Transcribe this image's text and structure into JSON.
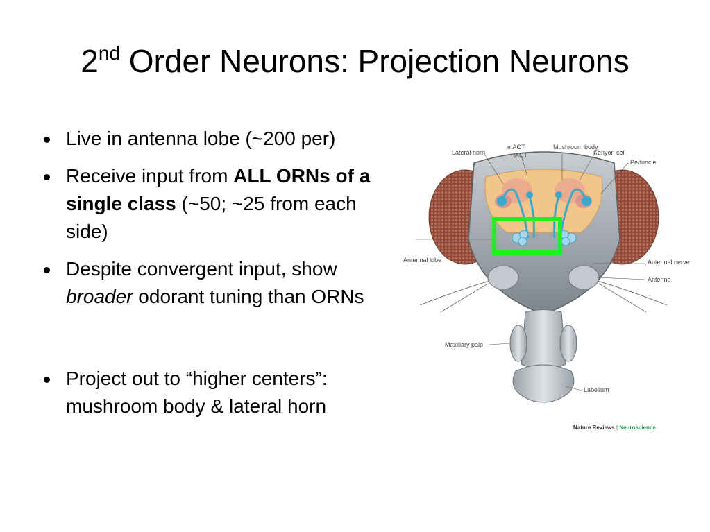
{
  "slide": {
    "title_prefix": "2",
    "title_sup": "nd",
    "title_rest": " Order Neurons: Projection Neurons"
  },
  "bullets": [
    {
      "text": "Live in antenna lobe (~200 per)"
    },
    {
      "pre": "Receive input from ",
      "bold": "ALL ORNs of a single class",
      "post": " (~50; ~25 from each side)"
    },
    {
      "pre": "Despite convergent input, show ",
      "italic": "broader",
      "post": " odorant tuning than ORNs"
    },
    {
      "text": "Project out to “higher centers”: mushroom body & lateral horn"
    }
  ],
  "figure": {
    "labels": {
      "lateral_horn": "Lateral horn",
      "mact": "mACT",
      "iact": "iACT",
      "mushroom_body": "Mushroom body",
      "kenyon_cell": "Kenyon cell",
      "peduncle": "Peduncle",
      "antennal_lobe": "Antennal lobe",
      "antennal_nerve": "Antennal nerve",
      "antenna": "Antenna",
      "maxillary_palp": "Maxillary palp",
      "labellum": "Labellum"
    },
    "credit_source": "Nature Reviews",
    "credit_sep": "|",
    "credit_journal": "Neuroscience",
    "colors": {
      "highlight": "#22ee22",
      "neurons": "#3aa8c8",
      "eye": "#a05a48",
      "brain": "#f2c58a"
    }
  }
}
